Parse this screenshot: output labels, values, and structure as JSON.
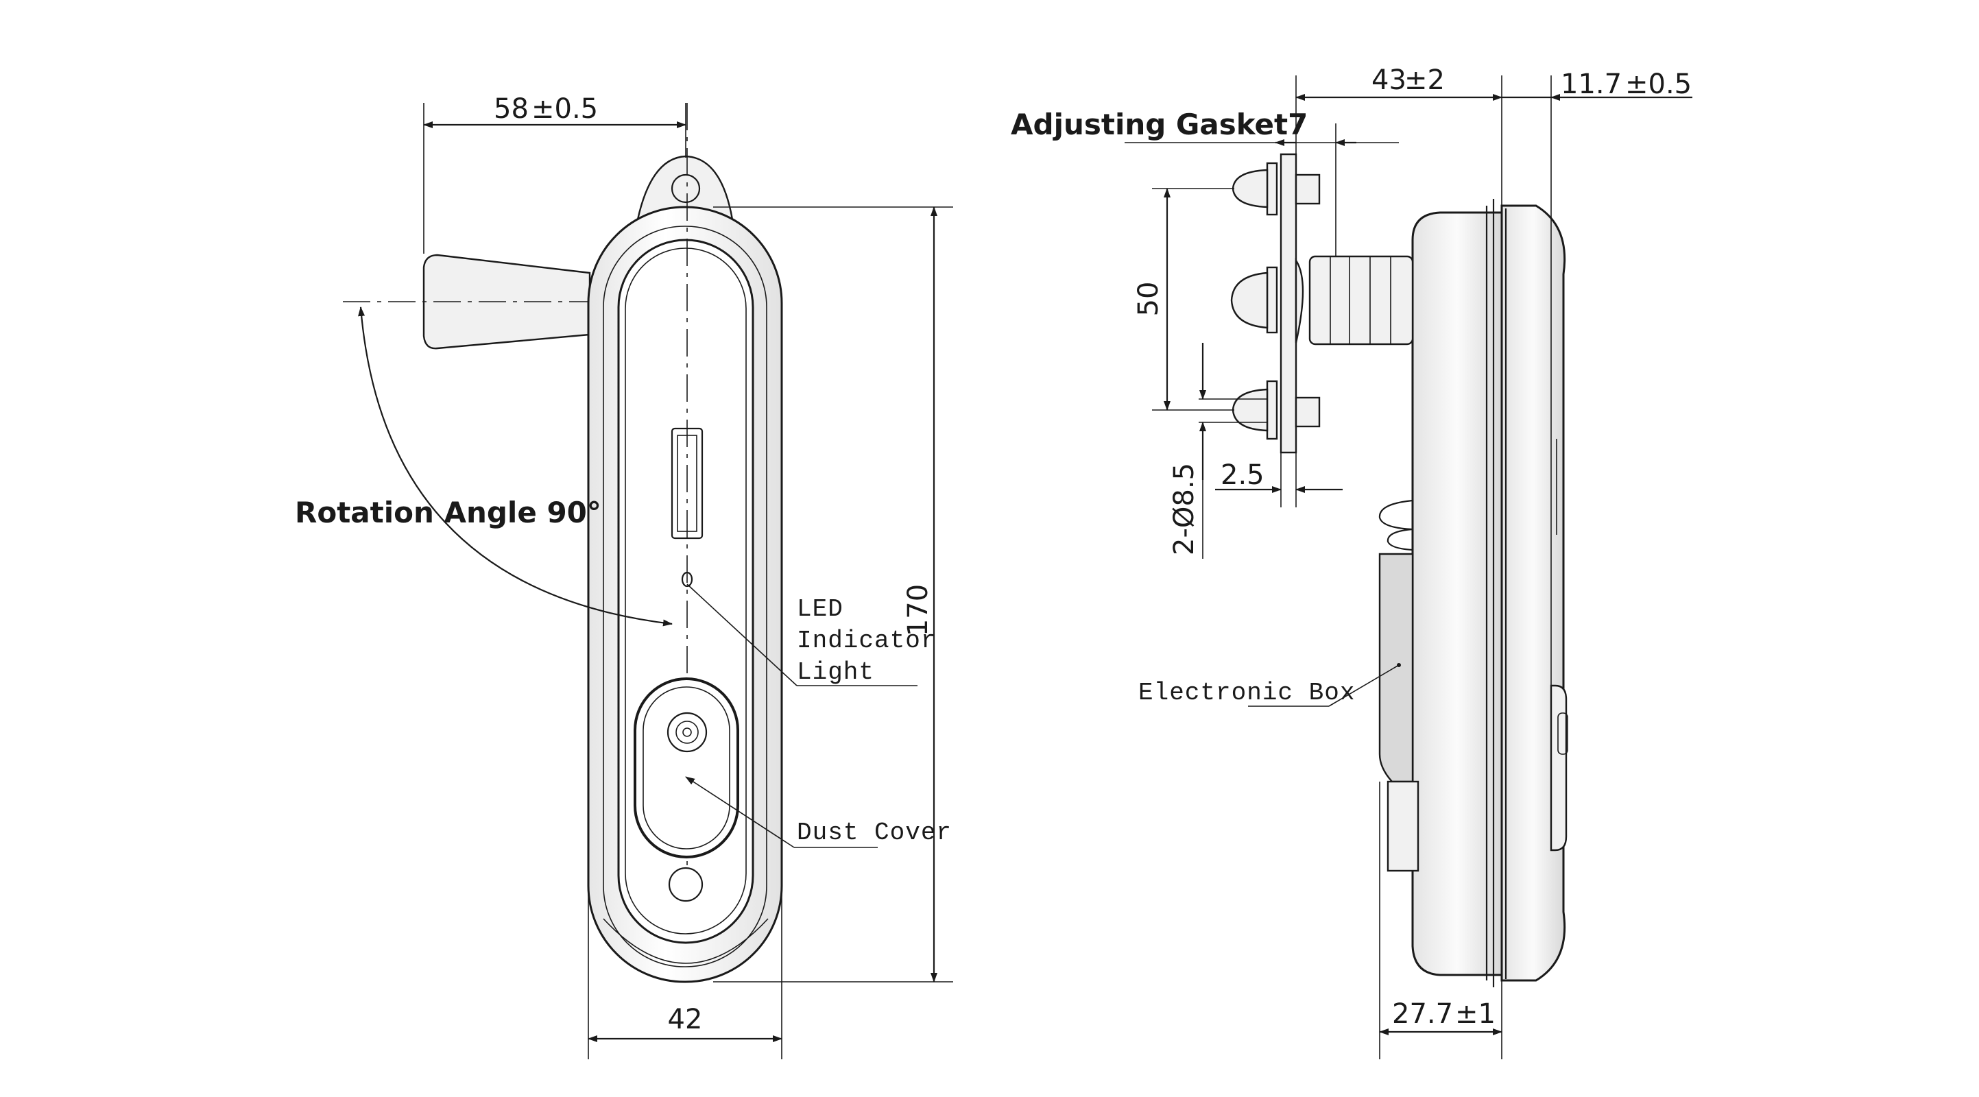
{
  "front_view": {
    "dim_width_top": "58",
    "dim_width_top_tol": "±0.5",
    "dim_width_bottom": "42",
    "dim_height": "170",
    "rotation_label": "Rotation Angle 90°",
    "led_label_line1": "LED",
    "led_label_line2": "Indicator",
    "led_label_line3": "Light",
    "dust_cover_label": "Dust Cover"
  },
  "side_view": {
    "gasket_label": "Adjusting Gasket7",
    "dim_depth_top": "43",
    "dim_depth_top_tol": "±2",
    "dim_front": "11.7",
    "dim_front_tol": "±0.5",
    "dim_spacing": "50",
    "dim_hole": "2-Ø8.5",
    "dim_thickness": "2.5",
    "dim_depth_bottom": "27.7",
    "dim_depth_bottom_tol": "±1",
    "electronic_box_label": "Electronic Box"
  }
}
